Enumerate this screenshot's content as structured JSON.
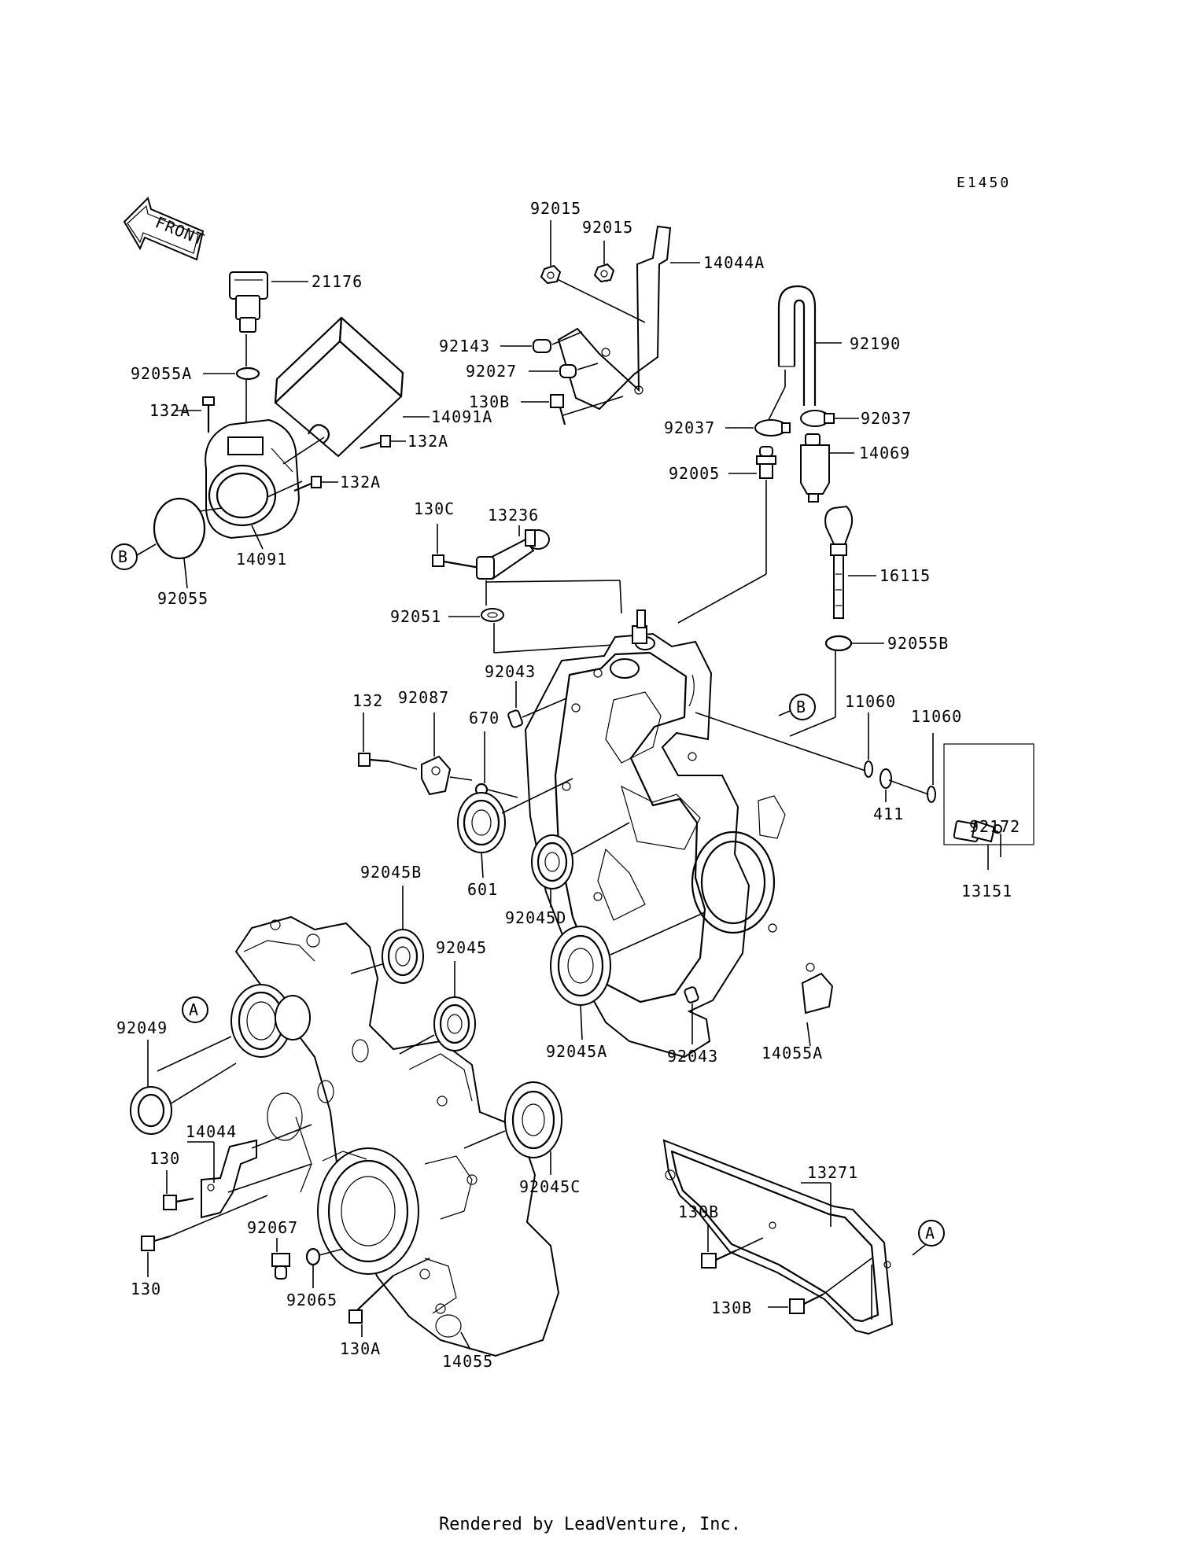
{
  "diagram_code": "E1450",
  "front_arrow_label": "FRONT",
  "footer": "Rendered by LeadVenture, Inc.",
  "refs": {
    "a": "A",
    "b": "B"
  },
  "labels": {
    "p92015a": "92015",
    "p92015b": "92015",
    "p14044A": "14044A",
    "p21176": "21176",
    "p92143": "92143",
    "p92027": "92027",
    "p92190": "92190",
    "p92055A": "92055A",
    "p130B_top": "130B",
    "p92037a": "92037",
    "p92037b": "92037",
    "p132A_a": "132A",
    "p14091A": "14091A",
    "p132A_b": "132A",
    "p14069": "14069",
    "p92005": "92005",
    "p132A_c": "132A",
    "p130C": "130C",
    "p13236": "13236",
    "p14091": "14091",
    "p16115": "16115",
    "p92055": "92055",
    "p92051": "92051",
    "p92055B": "92055B",
    "p92043_top": "92043",
    "p11060a": "11060",
    "p11060b": "11060",
    "p132": "132",
    "p92087": "92087",
    "p670": "670",
    "p411": "411",
    "p92172": "92172",
    "p601": "601",
    "p13151": "13151",
    "p92045B": "92045B",
    "p92045D": "92045D",
    "p92045": "92045",
    "p92049": "92049",
    "p92045A": "92045A",
    "p92043_bot": "92043",
    "p14055A": "14055A",
    "p14044": "14044",
    "p130a": "130",
    "p92045C": "92045C",
    "p13271": "13271",
    "p92067": "92067",
    "p130B_a": "130B",
    "p130b": "130",
    "p92065": "92065",
    "p130B_b": "130B",
    "p130A": "130A",
    "p14055": "14055"
  }
}
